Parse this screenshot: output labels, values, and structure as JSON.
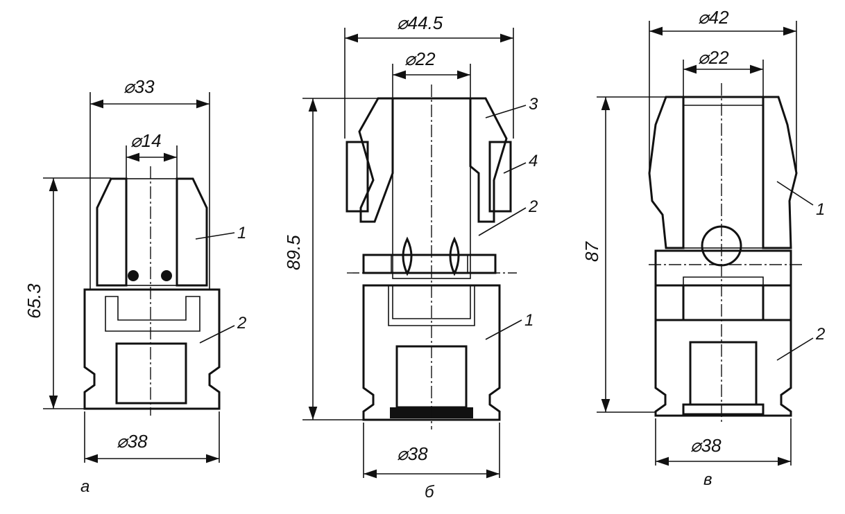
{
  "colors": {
    "ink": "#111111",
    "background": "#ffffff"
  },
  "views": [
    {
      "id": "a",
      "caption": "а",
      "dimensions": {
        "top_outer": "⌀33",
        "top_inner": "⌀14",
        "height": "65.3",
        "base": "⌀38"
      },
      "callouts": [
        "1",
        "2"
      ]
    },
    {
      "id": "b",
      "caption": "б",
      "dimensions": {
        "top_outer": "⌀44.5",
        "top_inner": "⌀22",
        "height": "89.5",
        "base": "⌀38"
      },
      "callouts": [
        "3",
        "4",
        "2",
        "1"
      ]
    },
    {
      "id": "c",
      "caption": "в",
      "dimensions": {
        "top_outer": "⌀42",
        "top_inner": "⌀22",
        "height": "87",
        "base": "⌀38"
      },
      "callouts": [
        "1",
        "2"
      ]
    }
  ]
}
